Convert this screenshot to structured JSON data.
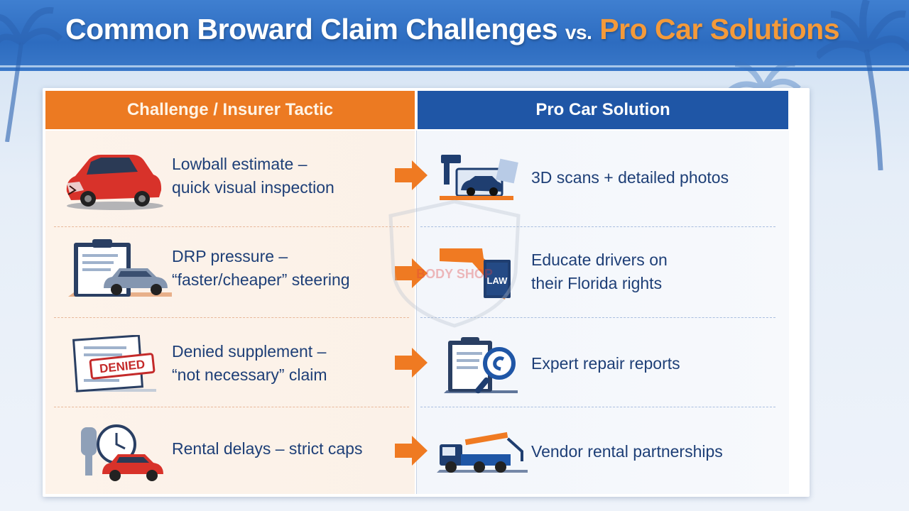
{
  "header": {
    "title_main": "Common Broward Claim Challenges",
    "title_vs": "vs.",
    "title_accent": "Pro Car Solutions"
  },
  "table": {
    "left_header": "Challenge / Insurer Tactic",
    "right_header": "Pro Car Solution",
    "rows": [
      {
        "challenge": "Lowball estimate –\nquick visual inspection",
        "solution": "3D scans + detailed photos",
        "challenge_icon": "damaged-car-icon",
        "solution_icon": "car-scanner-icon"
      },
      {
        "challenge": "DRP pressure –\n“faster/cheaper” steering",
        "solution": "Educate drivers on\ntheir Florida rights",
        "challenge_icon": "clipboard-car-icon",
        "solution_icon": "florida-law-book-icon"
      },
      {
        "challenge": "Denied supplement –\n“not necessary” claim",
        "solution": "Expert repair reports",
        "challenge_icon": "denied-stamp-icon",
        "solution_icon": "report-magnifier-icon",
        "stamp_text": "DENIED",
        "law_text": "LAW"
      },
      {
        "challenge": "Rental delays – strict caps",
        "solution": "Vendor rental partnerships",
        "challenge_icon": "key-clock-car-icon",
        "solution_icon": "tow-truck-icon"
      }
    ]
  },
  "watermark": {
    "text": "BODY SHOP"
  },
  "colors": {
    "orange": "#ec7a22",
    "blue": "#1f56a6",
    "accent": "#f49a3a",
    "text": "#1e3f77"
  }
}
